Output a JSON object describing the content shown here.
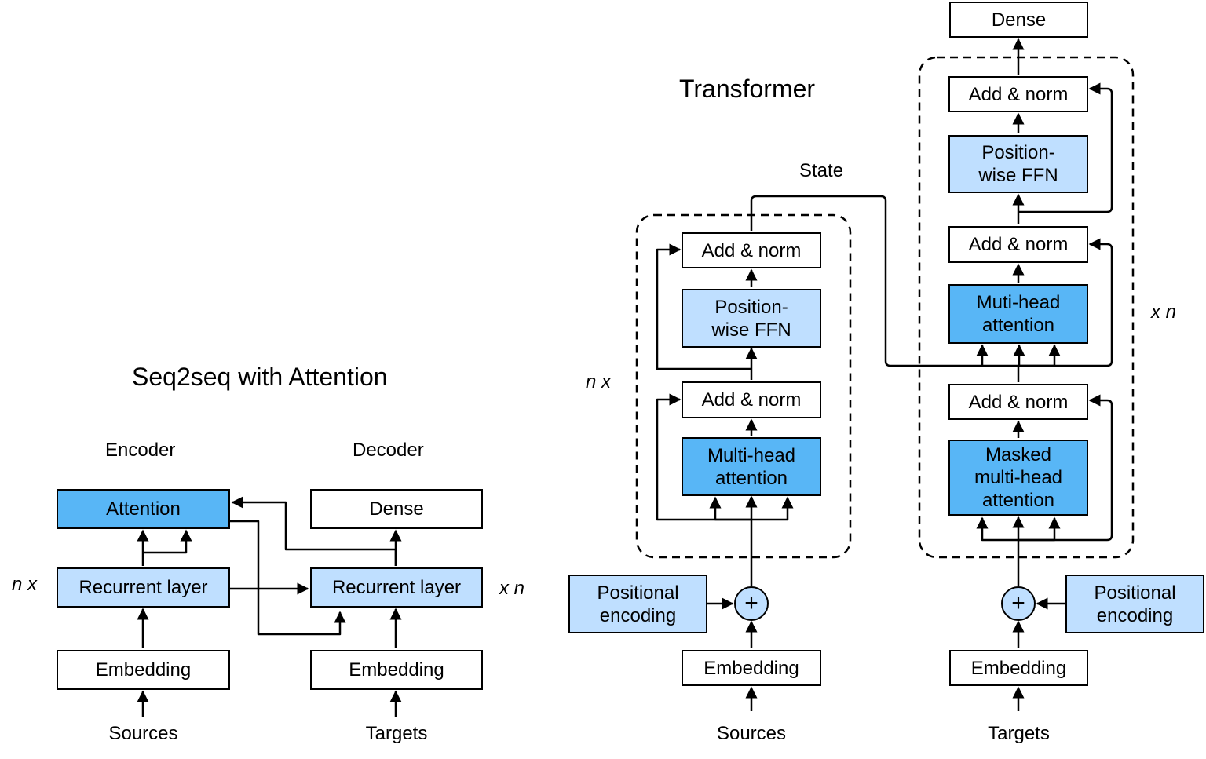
{
  "seq2seq": {
    "title": "Seq2seq with Attention",
    "encoder_label": "Encoder",
    "decoder_label": "Decoder",
    "attention": "Attention",
    "enc_recurrent": "Recurrent layer",
    "enc_embedding": "Embedding",
    "sources": "Sources",
    "dense": "Dense",
    "dec_recurrent": "Recurrent layer",
    "dec_embedding": "Embedding",
    "targets": "Targets",
    "enc_repeat": "n x",
    "dec_repeat": "x n"
  },
  "transformer": {
    "title": "Transformer",
    "state_label": "State",
    "encoder": {
      "add_norm_top": "Add & norm",
      "ffn": "Position-\nwise FFN",
      "add_norm_bottom": "Add & norm",
      "attention": "Multi-head\nattention",
      "positional_encoding": "Positional\nencoding",
      "plus": "+",
      "embedding": "Embedding",
      "sources": "Sources",
      "repeat": "n x"
    },
    "decoder": {
      "dense": "Dense",
      "add_norm_top": "Add & norm",
      "ffn": "Position-\nwise FFN",
      "add_norm_mid": "Add & norm",
      "attention": "Muti-head\nattention",
      "add_norm_bottom": "Add & norm",
      "masked_attention": "Masked\nmulti-head\nattention",
      "positional_encoding": "Positional\nencoding",
      "plus": "+",
      "embedding": "Embedding",
      "targets": "Targets",
      "repeat": "x n"
    }
  },
  "colors": {
    "light_blue": "#bfdfff",
    "dark_blue": "#58b6f6",
    "stroke": "#000000"
  }
}
